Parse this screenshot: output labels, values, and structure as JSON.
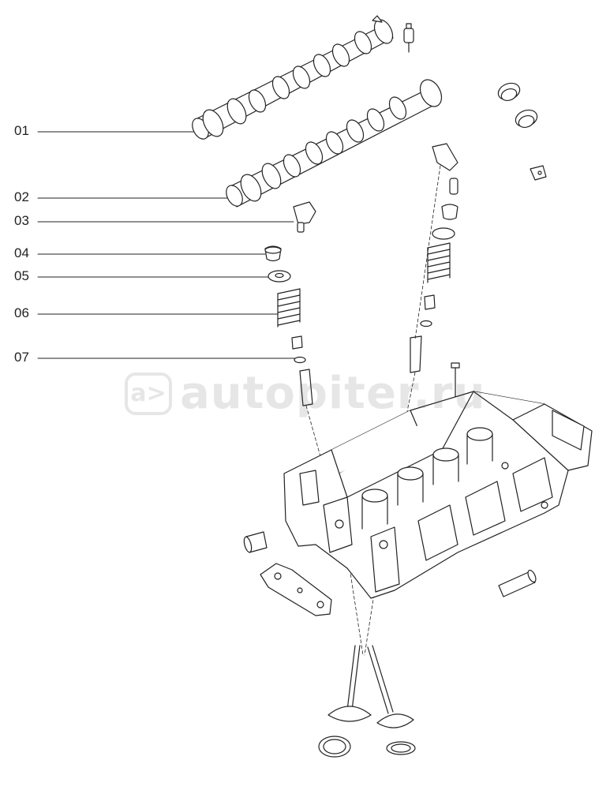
{
  "callouts": [
    {
      "id": "01",
      "label": "01"
    },
    {
      "id": "02",
      "label": "02"
    },
    {
      "id": "03",
      "label": "03"
    },
    {
      "id": "04",
      "label": "04"
    },
    {
      "id": "05",
      "label": "05"
    },
    {
      "id": "06",
      "label": "06"
    },
    {
      "id": "07",
      "label": "07"
    }
  ],
  "watermark": {
    "logo_glyph": "a>",
    "text": "autopiter.ru"
  },
  "colors": {
    "line": "#222222",
    "fill": "#ffffff",
    "watermark": "#444444"
  }
}
